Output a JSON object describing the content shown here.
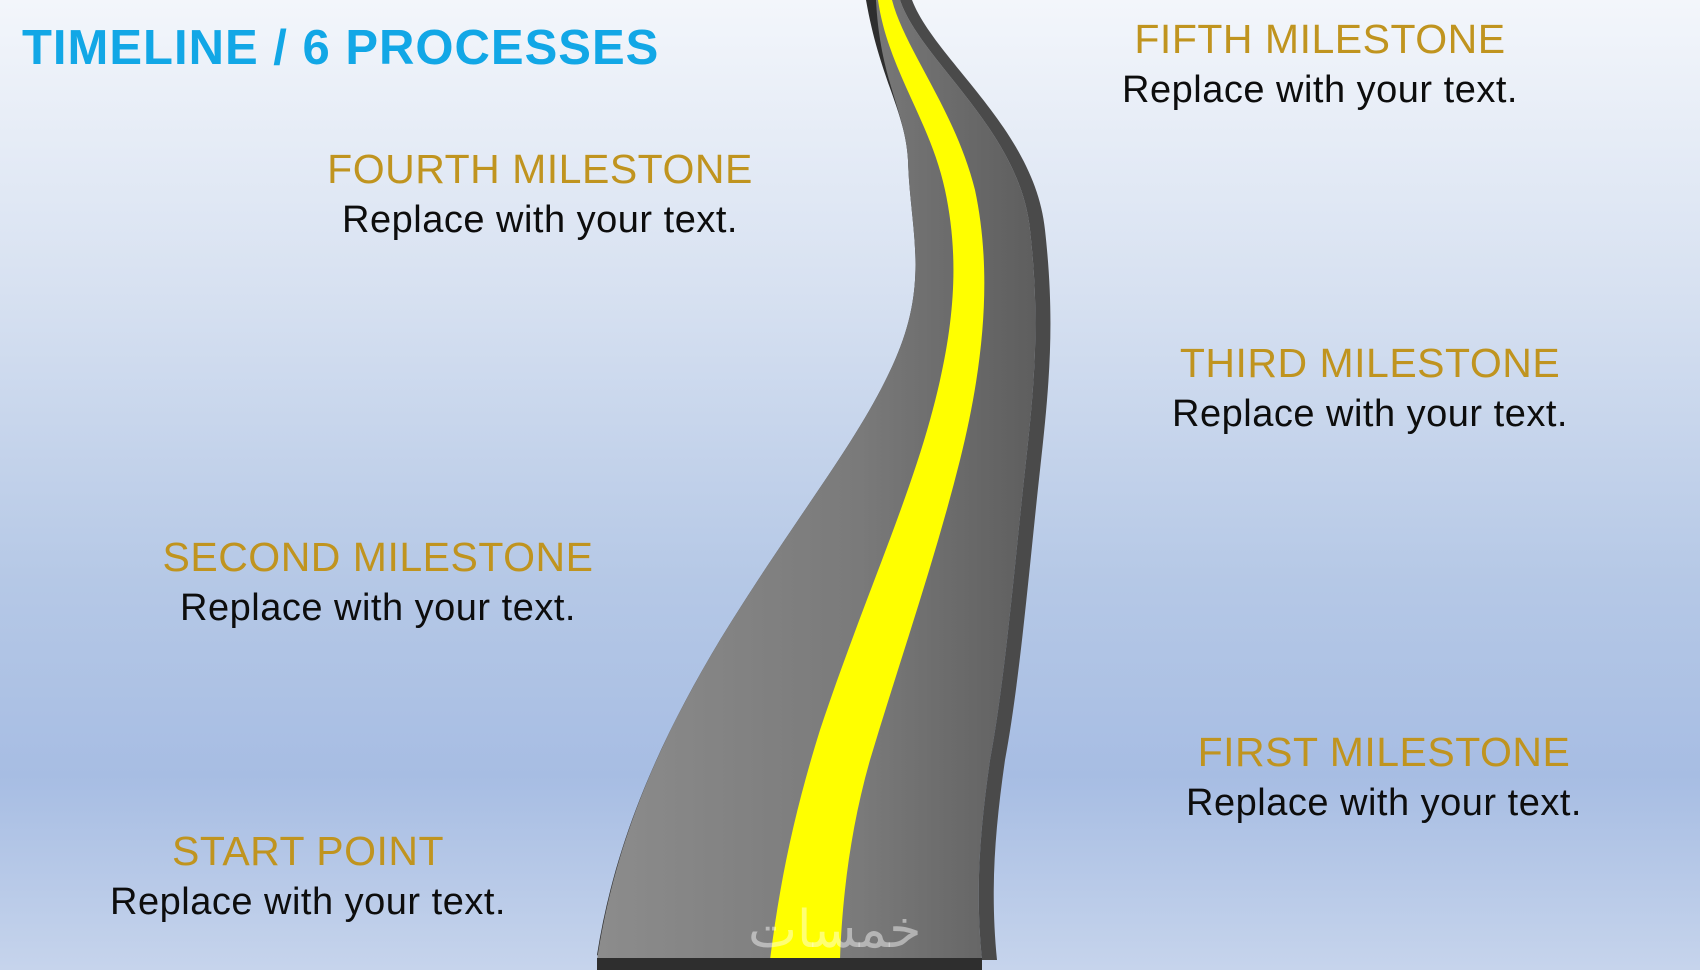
{
  "title": "TIMELINE / 6 PROCESSES",
  "milestones": [
    {
      "id": "fifth",
      "heading": "FIFTH MILESTONE",
      "text": "Replace with your text."
    },
    {
      "id": "fourth",
      "heading": "FOURTH MILESTONE",
      "text": "Replace with your text."
    },
    {
      "id": "third",
      "heading": "THIRD MILESTONE",
      "text": "Replace with your text."
    },
    {
      "id": "second",
      "heading": "SECOND MILESTONE",
      "text": "Replace with your text."
    },
    {
      "id": "first",
      "heading": "FIRST MILESTONE",
      "text": "Replace with your text."
    },
    {
      "id": "start",
      "heading": "START POINT",
      "text": "Replace with your text."
    }
  ],
  "watermark": "خمسات",
  "colors": {
    "title": "#12a7e6",
    "heading": "#c0941f",
    "text": "#0d0d0d",
    "road": "#7a7a7a",
    "road_edge": "#3a3a3a",
    "center_line": "#ffff00"
  }
}
